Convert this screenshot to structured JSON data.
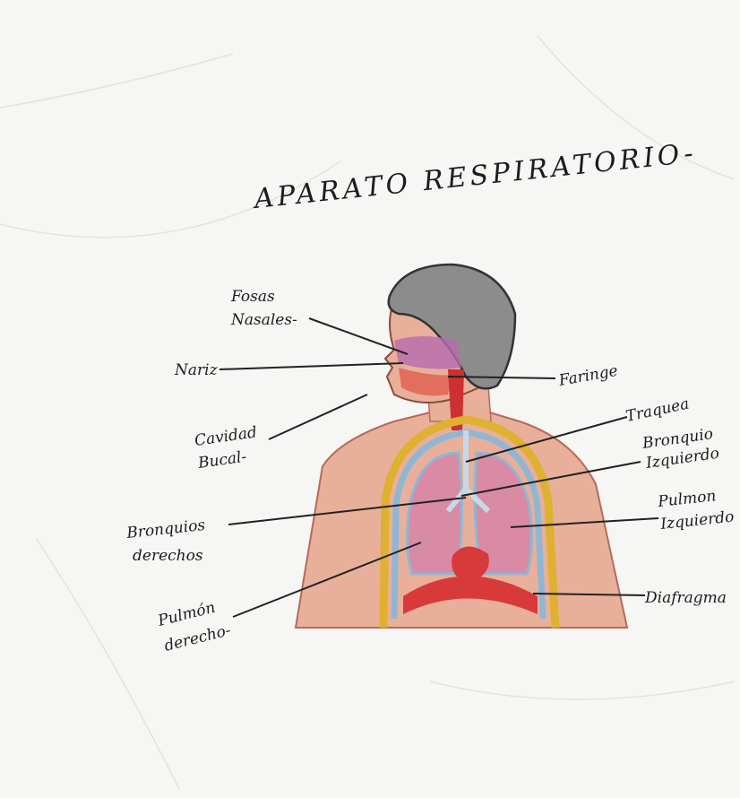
{
  "title": "APARATO RESPIRATORIO-",
  "labels": {
    "fosas_1": "Fosas",
    "fosas_2": "Nasales-",
    "nariz": "Nariz",
    "cavidad_1": "Cavidad",
    "cavidad_2": "Bucal-",
    "faringe": "Faringe",
    "traquea": "Traquea",
    "bronquio_izq_1": "Bronquio",
    "bronquio_izq_2": "Izquierdo",
    "pulmon_izq_1": "Pulmon",
    "pulmon_izq_2": "Izquierdo",
    "bronquios_der_1": "Bronquios",
    "bronquios_der_2": "derechos",
    "pulmon_der_1": "Pulmón",
    "pulmon_der_2": "derecho-",
    "diafragma": "Diafragma"
  },
  "colors": {
    "paper": "#f6f6f4",
    "skin": "#e8b09a",
    "hair": "#8c8c8c",
    "lung": "#d98aa5",
    "lung_outline": "#8fb7d4",
    "ribcage": "#e0b030",
    "trachea": "#cc3030",
    "diaphragm": "#d83a3a",
    "nasal": "#b76cb0"
  }
}
